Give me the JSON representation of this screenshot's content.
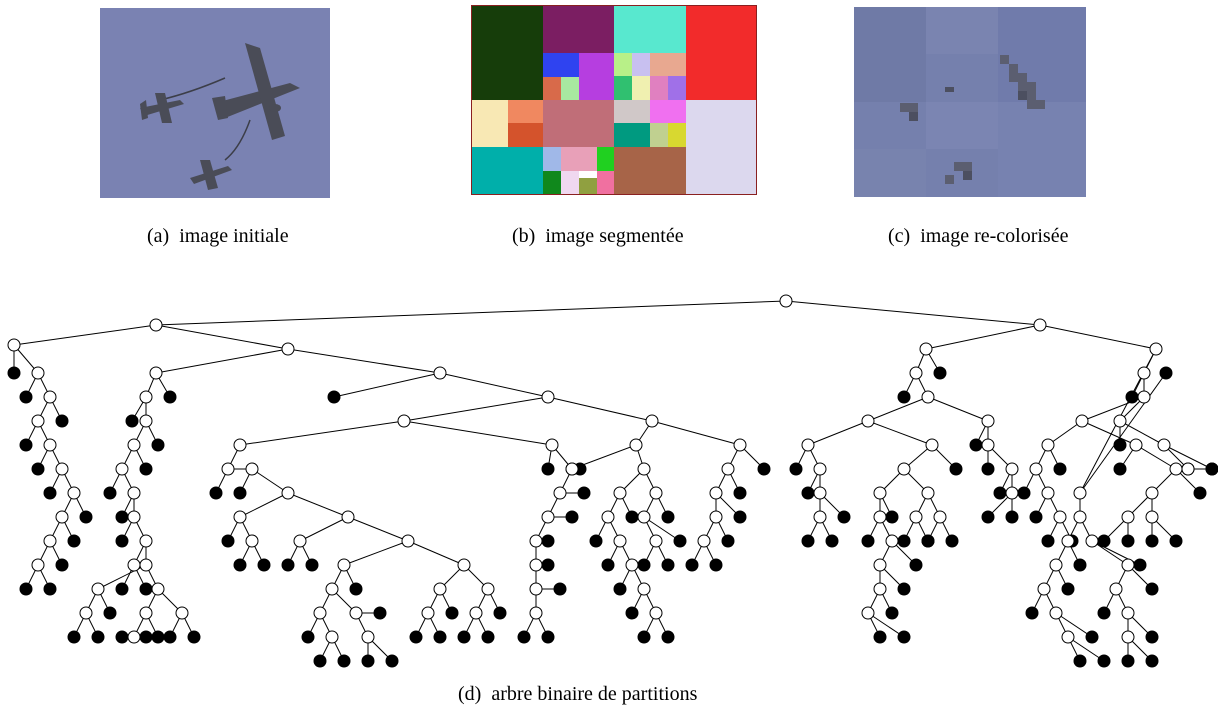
{
  "captions": {
    "a": "(a)  image initiale",
    "b": "(b)  image segmentée",
    "c": "(c)  image re-colorisée",
    "d": "(d)  arbre binaire de partitions"
  },
  "colors": {
    "sky": "#7a82b2",
    "recolor_bg": "#7580ad",
    "aircraft": "#4a4c57",
    "node_open": "#ffffff",
    "node_leaf": "#000000",
    "edge": "#000000"
  },
  "segments": [
    {
      "name": "dark-green",
      "color": "#163d0a"
    },
    {
      "name": "purple",
      "color": "#7b1e62"
    },
    {
      "name": "turquoise",
      "color": "#58e8cf"
    },
    {
      "name": "red",
      "color": "#f22b2b"
    },
    {
      "name": "blue",
      "color": "#2f43f0"
    },
    {
      "name": "violet",
      "color": "#b63ee0"
    },
    {
      "name": "pale-yellow",
      "color": "#f8e8b4"
    },
    {
      "name": "orange-red",
      "color": "#d4532c"
    },
    {
      "name": "rose",
      "color": "#c06e78"
    },
    {
      "name": "lavender",
      "color": "#dcd8ee"
    },
    {
      "name": "teal",
      "color": "#00afaa"
    },
    {
      "name": "brown",
      "color": "#a76448"
    }
  ]
}
